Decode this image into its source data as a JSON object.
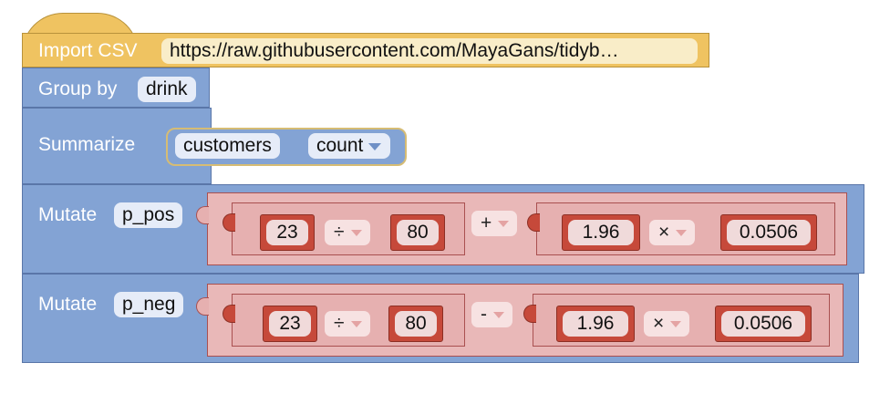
{
  "import_block": {
    "label": "Import CSV",
    "url": "https://raw.githubusercontent.com/MayaGans/tidyb…"
  },
  "group_block": {
    "label": "Group by",
    "field": "drink"
  },
  "summarize_block": {
    "label": "Summarize",
    "column": "customers",
    "function": "count"
  },
  "mutate_blocks": [
    {
      "label": "Mutate",
      "field": "p_pos",
      "left": {
        "a": "23",
        "op": "÷",
        "b": "80"
      },
      "op": "+",
      "right": {
        "a": "1.96",
        "op": "×",
        "b": "0.0506"
      }
    },
    {
      "label": "Mutate",
      "field": "p_neg",
      "left": {
        "a": "23",
        "op": "÷",
        "b": "80"
      },
      "op": "-",
      "right": {
        "a": "1.96",
        "op": "×",
        "b": "0.0506"
      }
    }
  ],
  "colors": {
    "import": "#efc361",
    "dplyr": "#83a3d4",
    "math_number": "#c6493a",
    "math_operation": "#e9b8b8"
  }
}
